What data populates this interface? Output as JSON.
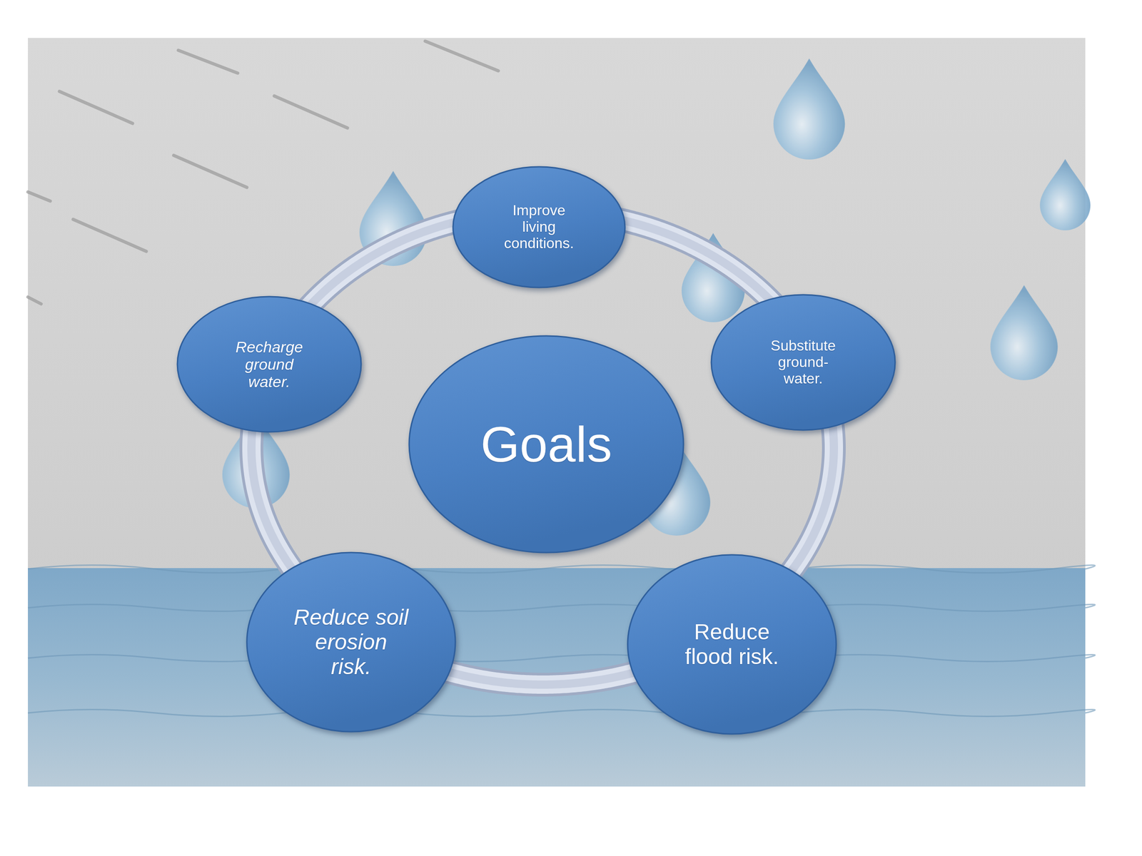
{
  "diagram": {
    "nodes": [
      {
        "text": [
          "Goals"
        ]
      },
      {
        "text": [
          "Improve living conditions."
        ]
      },
      {
        "text": [
          "Substitute ground- water."
        ]
      },
      {
        "text": [
          "Reduce flood risk."
        ]
      },
      {
        "text": [
          "Reduce soil erosion risk."
        ]
      },
      {
        "text": [
          "Recharge ground water."
        ]
      }
    ],
    "edges": [
      {
        "from": 1,
        "to": 2,
        "arrow": "none"
      },
      {
        "from": 2,
        "to": 3,
        "arrow": "none"
      },
      {
        "from": 3,
        "to": 4,
        "arrow": "none"
      },
      {
        "from": 4,
        "to": 5,
        "arrow": "none"
      },
      {
        "from": 5,
        "to": 1,
        "arrow": "none"
      }
    ]
  }
}
